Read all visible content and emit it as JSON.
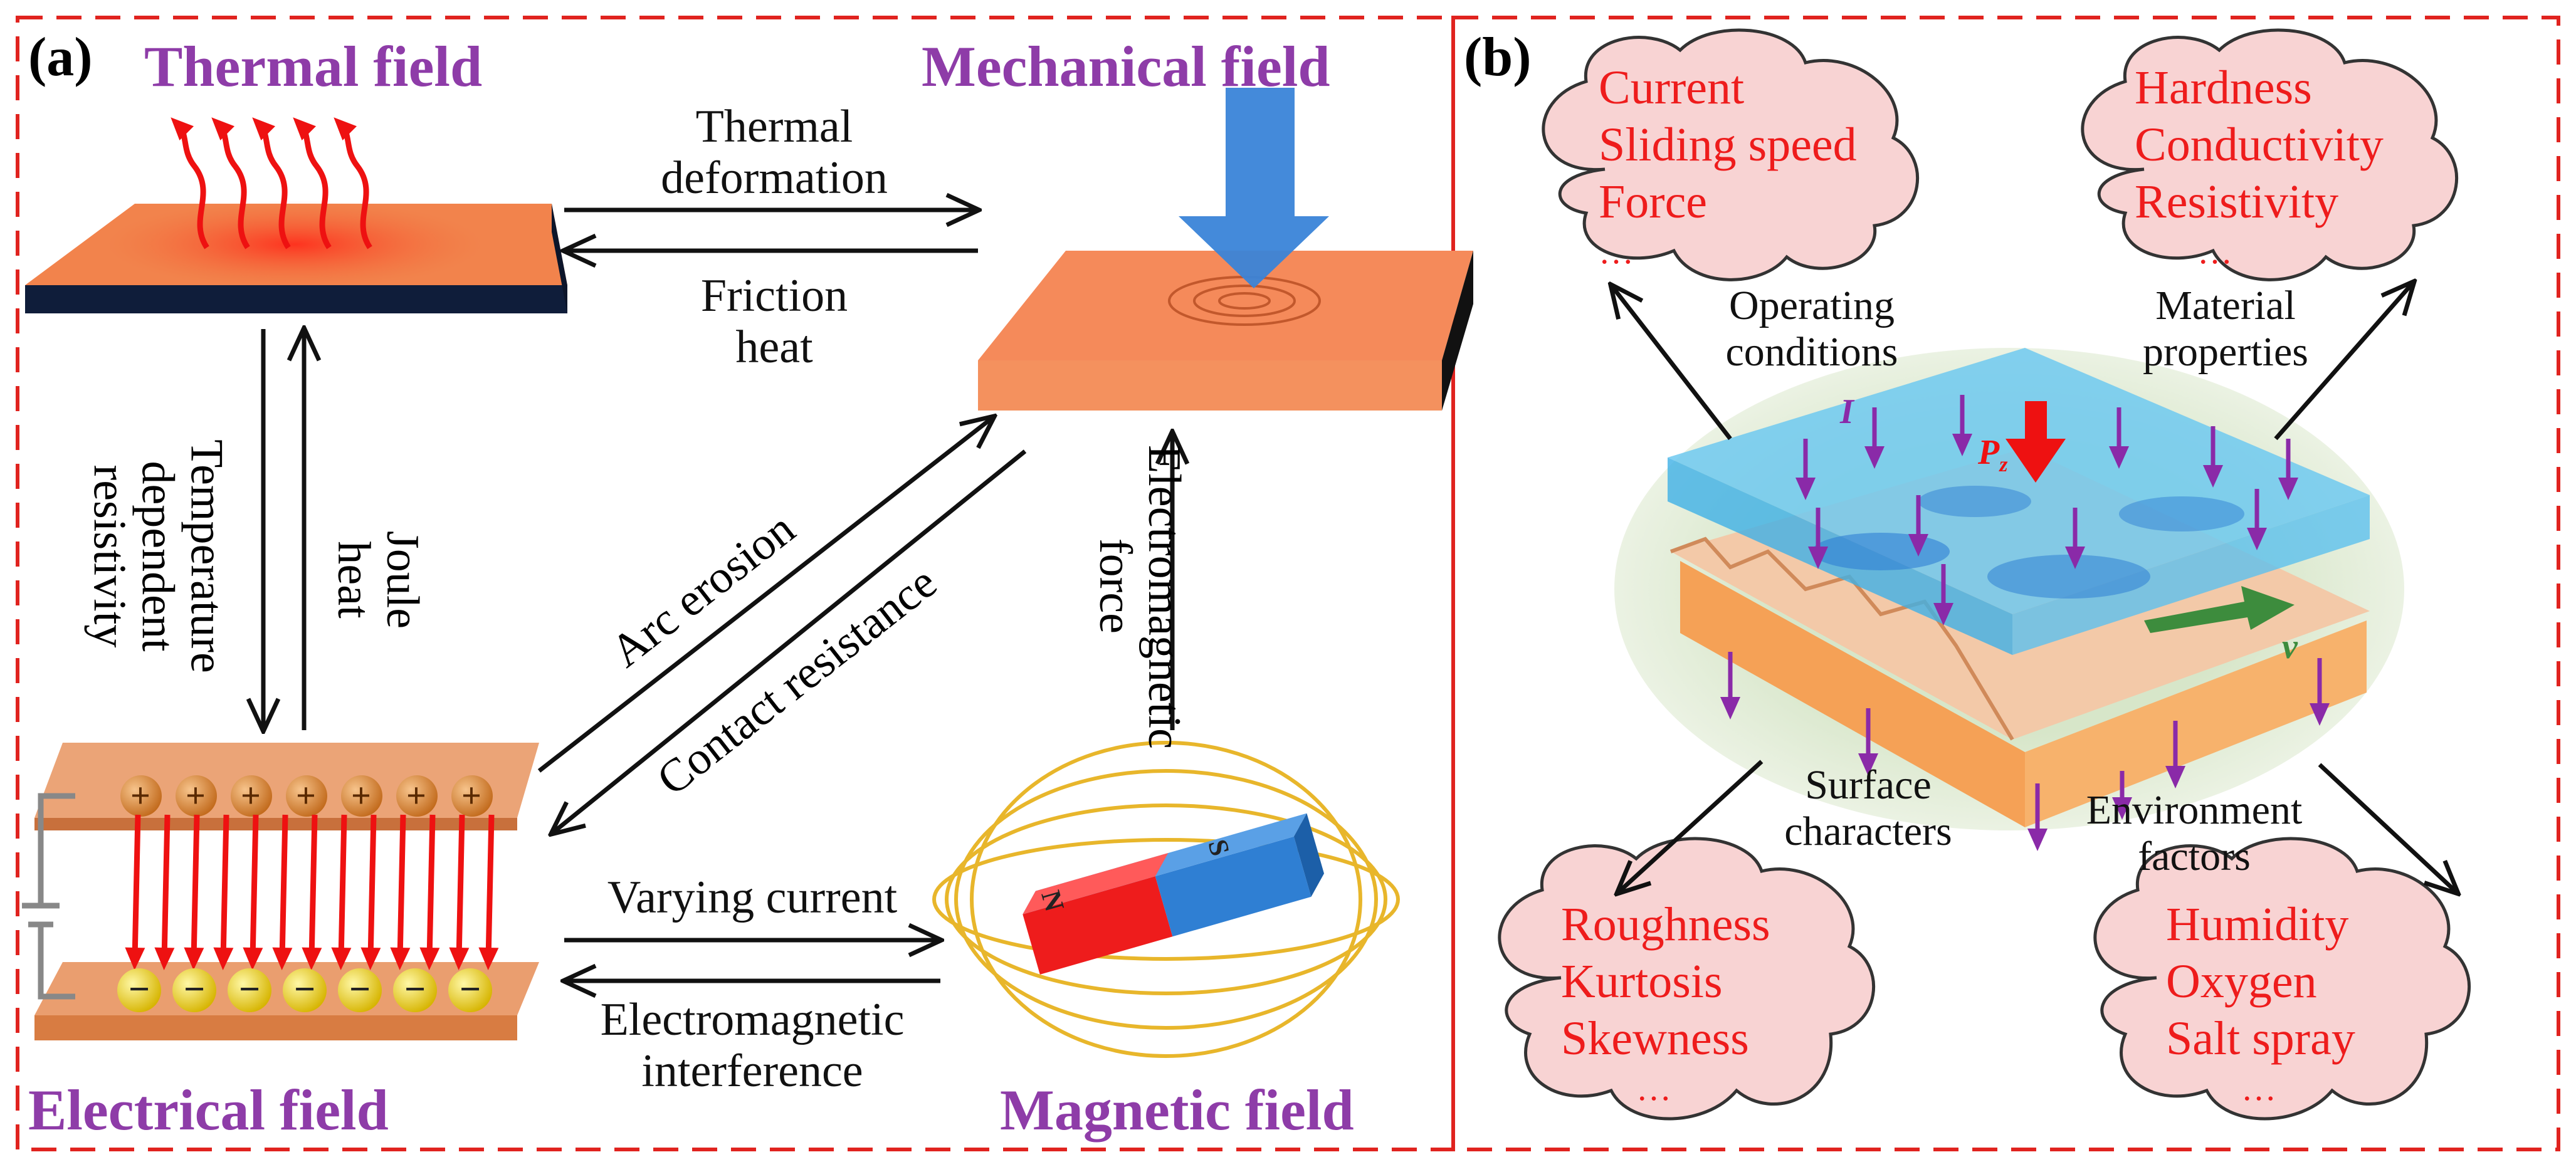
{
  "colors": {
    "field_title": "#8e3ca8",
    "cloud_text": "#ee1c1c",
    "cloud_fill": "#f8d3d3",
    "border": "#e0231f",
    "plate_orange": "#f2834c",
    "arrow_red": "#ee1111",
    "arrow_purple": "#8a2aa8",
    "arrow_blue": "#3a84d8",
    "magnet_red": "#ee1c1c",
    "magnet_blue": "#2f7fd3",
    "field_lines": "#e8b62b"
  },
  "panels": {
    "a": "(a)",
    "b": "(b)"
  },
  "fields": {
    "thermal": "Thermal field",
    "mechanical": "Mechanical field",
    "electrical": "Electrical field",
    "magnetic": "Magnetic field"
  },
  "relations": {
    "thermal_deformation": [
      "Thermal",
      "deformation"
    ],
    "friction_heat": [
      "Friction",
      "heat"
    ],
    "temperature_resistivity": [
      "Temperature",
      "dependent",
      "resistivity"
    ],
    "joule_heat": [
      "Joule",
      "heat"
    ],
    "arc_erosion": "Arc erosion",
    "contact_resistance": "Contact resistance",
    "electromagnetic_force": [
      "Electromagnetic",
      "force"
    ],
    "varying_current": "Varying current",
    "electromagnetic_interference": [
      "Electromagnetic",
      "interference"
    ]
  },
  "magnet": {
    "north": "N",
    "south": "S"
  },
  "charges": {
    "plus": "+",
    "minus": "−"
  },
  "categories": {
    "operating": [
      "Operating",
      "conditions"
    ],
    "material": [
      "Material",
      "properties"
    ],
    "surface": [
      "Surface",
      "characters"
    ],
    "environment": [
      "Environment",
      "factors"
    ]
  },
  "clouds": {
    "operating": [
      "Current",
      "Sliding speed",
      "Force",
      "…"
    ],
    "material": [
      "Hardness",
      "Conductivity",
      "Resistivity",
      "…"
    ],
    "surface": [
      "Roughness",
      "Kurtosis",
      "Skewness",
      "…"
    ],
    "environment": [
      "Humidity",
      "Oxygen",
      "Salt spray",
      "…"
    ]
  },
  "symbols": {
    "current": "I",
    "pressure": "P",
    "pressure_sub": "z",
    "velocity": "v"
  }
}
